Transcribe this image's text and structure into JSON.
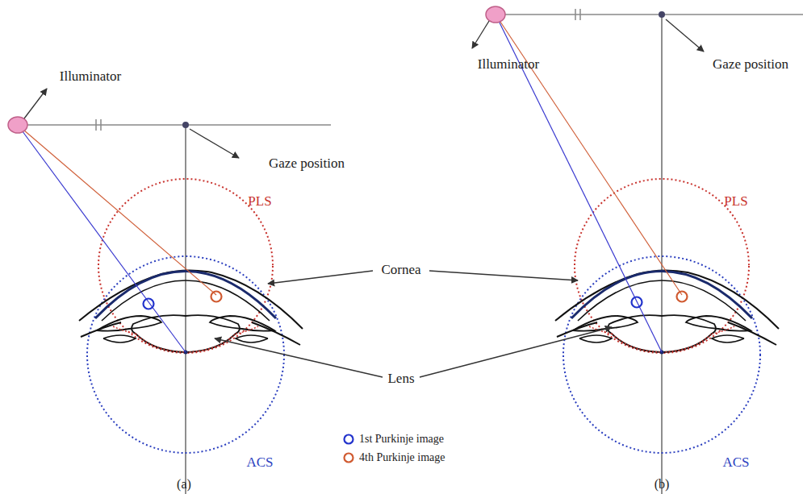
{
  "diagram": {
    "labels": [
      "Illuminator",
      "Gaze position",
      "PLS",
      "ACS",
      "Illuminator",
      "Gaze position",
      "PLS",
      "ACS",
      "Cornea",
      "Lens",
      "(a)",
      "(b)"
    ],
    "legend": [
      {
        "text": "1st Purkinje image"
      },
      {
        "text": "4th Purkinje image"
      }
    ]
  }
}
